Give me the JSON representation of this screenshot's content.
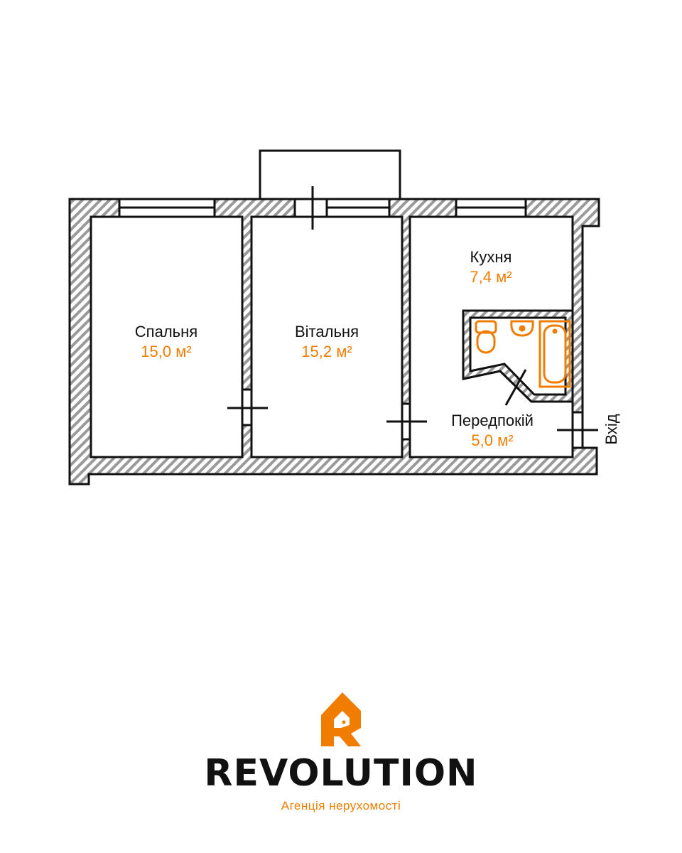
{
  "colors": {
    "accent": "#f07d00",
    "wall_hatch": "#9a9a9a",
    "line": "#111111"
  },
  "rooms": {
    "bedroom": {
      "name": "Спальня",
      "area": "15,0 м²"
    },
    "living": {
      "name": "Вітальня",
      "area": "15,2 м²"
    },
    "kitchen": {
      "name": "Кухня",
      "area": "7,4 м²"
    },
    "hallway": {
      "name": "Передпокій",
      "area": "5,0 м²"
    }
  },
  "entrance": {
    "label": "Вхід"
  },
  "fixtures": [
    "toilet",
    "sink",
    "bathtub"
  ],
  "brand": {
    "logo": "revolution-logo-icon",
    "name": "REVOLUTION",
    "tagline": "Агенція нерухомості"
  }
}
